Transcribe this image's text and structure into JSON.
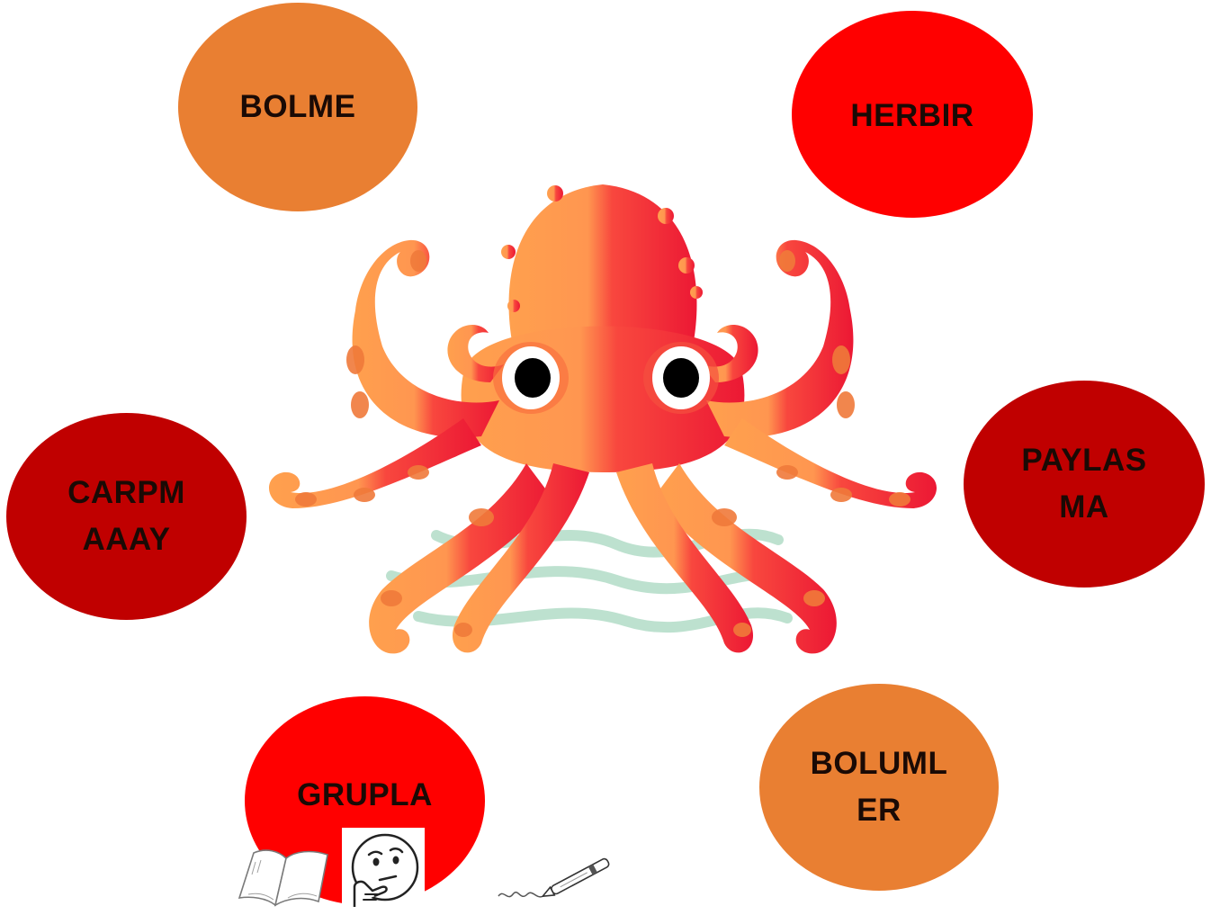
{
  "bubbles": [
    {
      "id": "bolme",
      "label": "BOLME",
      "color": "#E97F32"
    },
    {
      "id": "herbir",
      "label": "HERBIR",
      "color": "#FF0000"
    },
    {
      "id": "carpma",
      "label": "CARPM\nAAAY",
      "color": "#C00000"
    },
    {
      "id": "paylasma",
      "label": "PAYLAS\nMA",
      "color": "#C00000"
    },
    {
      "id": "grupla",
      "label": "GRUPLA\nR",
      "color": "#FF0000"
    },
    {
      "id": "bolumler",
      "label": "BOLUML\nER",
      "color": "#E97F32"
    }
  ],
  "colors": {
    "octopus_left": "#FF9A4D",
    "octopus_right": "#EE1B35",
    "spots": "#F07A3A",
    "waves": "#A8D8C0"
  },
  "icons": {
    "center": "octopus-illustration",
    "book": "open-book-icon",
    "thinking": "thinking-face-icon",
    "pen": "pen-icon"
  }
}
